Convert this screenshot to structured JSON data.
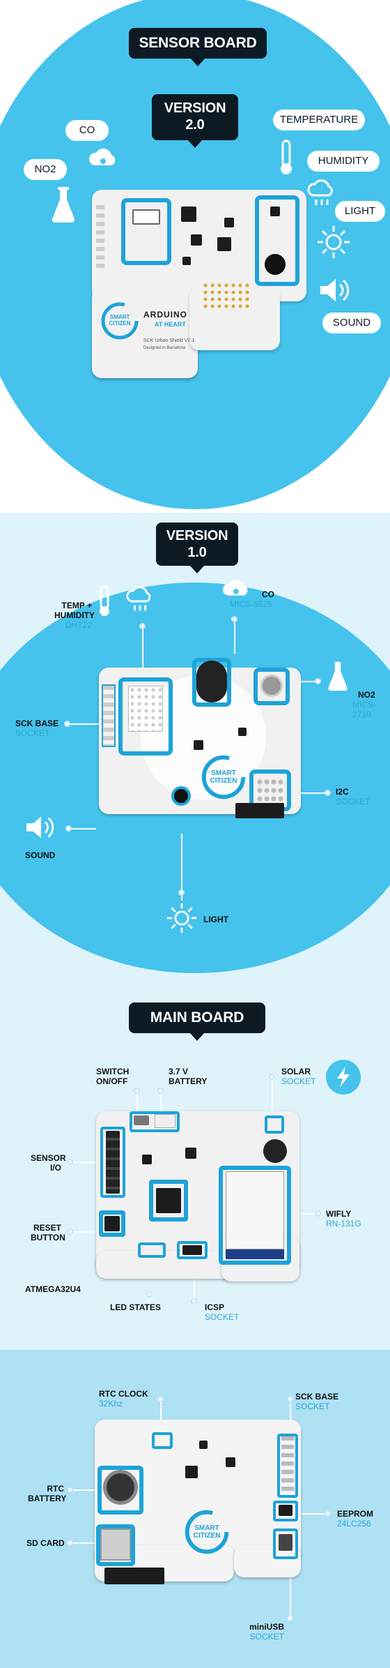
{
  "sensor_board": {
    "title": "SENSOR BOARD",
    "version": "VERSION\n2.0",
    "pills": {
      "co": "CO",
      "no2": "NO2",
      "temperature": "TEMPERATURE",
      "humidity": "HUMIDITY",
      "light": "LIGHT",
      "sound": "SOUND"
    },
    "board_text": {
      "logo_top": "SMART",
      "logo_bottom": "CITIZEN",
      "arduino": "ARDUINO",
      "at_heart": "AT HEART",
      "caption": "SCK Urban Shield V2.1",
      "sub_caption": "Designed in Barcelona"
    }
  },
  "version1": {
    "version": "VERSION\n1.0",
    "labels": {
      "temp": {
        "title": "TEMP +\nHUMIDITY",
        "sub": "DHT22"
      },
      "co": {
        "title": "CO",
        "sub": "MICS-5525"
      },
      "no2": {
        "title": "NO2",
        "sub": "MICS-2710"
      },
      "sck_base": {
        "title": "SCK BASE",
        "sub": "SOCKET"
      },
      "i2c": {
        "title": "I2C",
        "sub": "SOCKET"
      },
      "sound": {
        "title": "SOUND",
        "sub": ""
      },
      "light": {
        "title": "LIGHT",
        "sub": ""
      }
    },
    "board_text": {
      "logo_top": "SMART",
      "logo_bottom": "CITIZEN"
    }
  },
  "main_board": {
    "title": "MAIN BOARD",
    "labels": {
      "switch": {
        "title": "SWITCH\nON/OFF",
        "sub": ""
      },
      "battery": {
        "title": "3.7 V\nBATTERY",
        "sub": ""
      },
      "solar": {
        "title": "SOLAR",
        "sub": "SOCKET"
      },
      "sensor_io": {
        "title": "SENSOR\nI/O",
        "sub": ""
      },
      "wifly": {
        "title": "WIFLY",
        "sub": "RN-131G"
      },
      "reset": {
        "title": "RESET\nBUTTON",
        "sub": ""
      },
      "atmega": {
        "title": "ATMEGA32U4",
        "sub": ""
      },
      "led": {
        "title": "LED STATES",
        "sub": ""
      },
      "icsp": {
        "title": "ICSP",
        "sub": "SOCKET"
      }
    }
  },
  "bottom_board": {
    "labels": {
      "rtc_clock": {
        "title": "RTC CLOCK",
        "sub": "32Khz"
      },
      "sck_base": {
        "title": "SCK BASE",
        "sub": "SOCKET"
      },
      "rtc_battery": {
        "title": "RTC\nBATTERY",
        "sub": ""
      },
      "eeprom": {
        "title": "EEPROM",
        "sub": "24LC256"
      },
      "sd_card": {
        "title": "SD CARD",
        "sub": ""
      },
      "miniusb": {
        "title": "miniUSB",
        "sub": "SOCKET"
      }
    },
    "board_text": {
      "logo_top": "SMART",
      "logo_bottom": "CITIZEN"
    }
  },
  "colors": {
    "accent": "#2aa8d9",
    "circle": "#45c3ec",
    "dark": "#0d1a24",
    "light_bg": "#dff3fb",
    "bottom_bg": "#aee1f3"
  }
}
